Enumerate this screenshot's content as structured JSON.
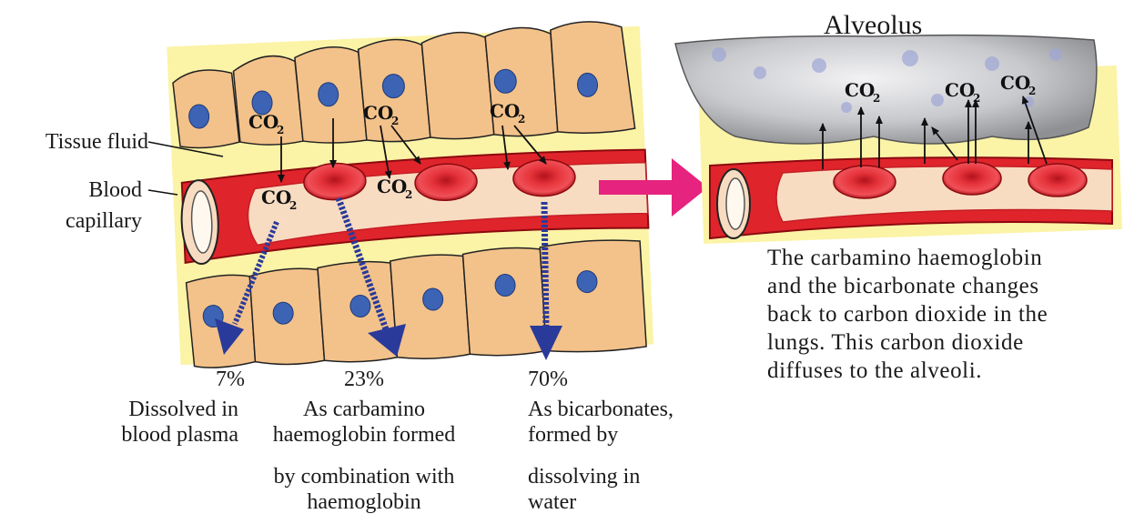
{
  "labels": {
    "tissue_fluid": "Tissue fluid",
    "blood": "Blood",
    "capillary": "capillary",
    "alveolus": "Alveolus",
    "co2": "CO",
    "co2_sub": "2"
  },
  "fractions": [
    {
      "percent": "7%",
      "lines": [
        "Dissolved in",
        "blood plasma"
      ]
    },
    {
      "percent": "23%",
      "lines": [
        "As carbamino",
        "haemoglobin formed",
        "by combination with",
        "haemoglobin"
      ]
    },
    {
      "percent": "70%",
      "lines": [
        "As bicarbonates,",
        "formed by",
        "dissolving in",
        "water"
      ]
    }
  ],
  "lung_note": [
    "The carbamino haemoglobin",
    "and the bicarbonate changes",
    "back to carbon dioxide in the",
    "lungs. This carbon dioxide",
    "diffuses to the alveoli."
  ],
  "colors": {
    "cell": "#f3c28a",
    "nucleus": "#3d63b4",
    "blood_vessel": "#e0242b",
    "plasma": "#f8dcc2",
    "tissue_fluid": "#fbf3a6",
    "transfer_arrow": "#e6237e",
    "fraction_arrow": "#2a3a9a",
    "alveolus": "#c9cacd"
  }
}
